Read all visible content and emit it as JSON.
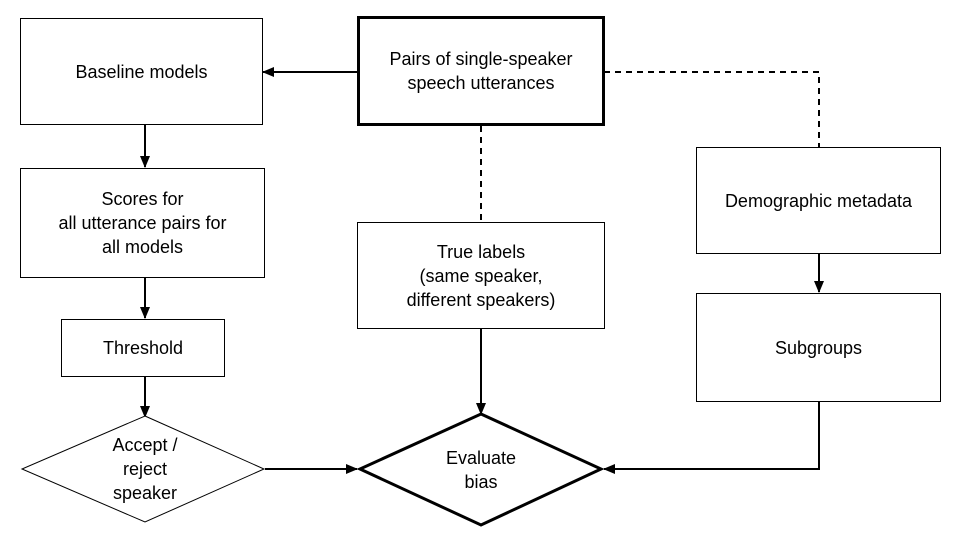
{
  "nodes": {
    "source": {
      "lines": [
        "Pairs of single-speaker",
        "speech utterances"
      ]
    },
    "baseline": {
      "lines": [
        "Baseline models"
      ]
    },
    "scores": {
      "lines": [
        "Scores for",
        "all utterance pairs for",
        "all models"
      ]
    },
    "threshold": {
      "lines": [
        "Threshold"
      ]
    },
    "decision": {
      "lines": [
        "Accept /",
        "reject",
        "speaker"
      ]
    },
    "true_labels": {
      "lines": [
        "True labels",
        "(same speaker,",
        "different speakers)"
      ]
    },
    "demographic": {
      "lines": [
        "Demographic metadata"
      ]
    },
    "subgroups": {
      "lines": [
        "Subgroups"
      ]
    },
    "evaluate": {
      "lines": [
        "Evaluate",
        "bias"
      ]
    }
  }
}
